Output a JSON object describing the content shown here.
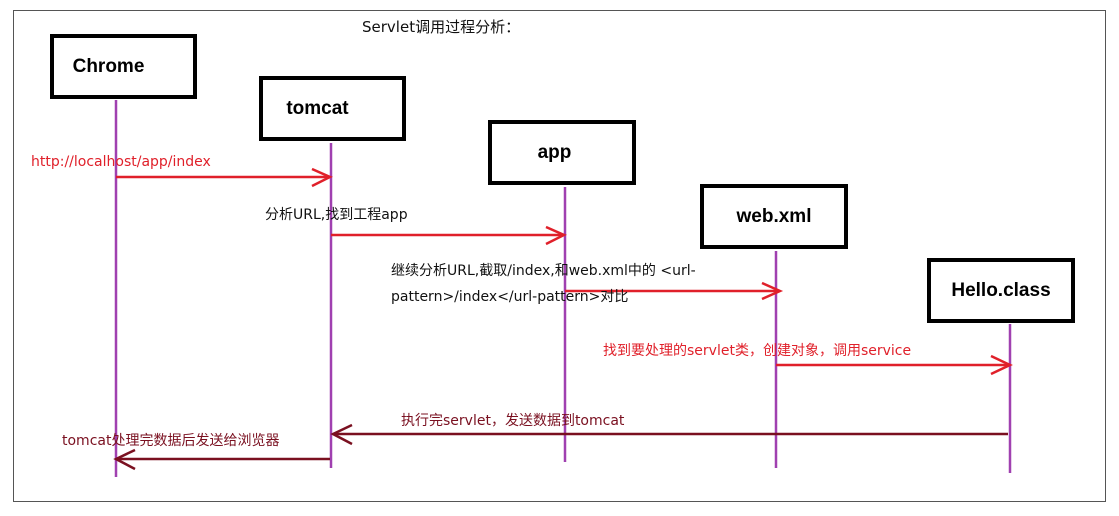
{
  "title": "Servlet调用过程分析：",
  "participants": {
    "chrome": "Chrome",
    "tomcat": "tomcat",
    "app": "app",
    "webxml": "web.xml",
    "hello": "Hello.class"
  },
  "messages": {
    "m1": "http://localhost/app/index",
    "m2": "分析URL,找到工程app",
    "m3_line1": "继续分析URL,截取/index,和web.xml中的 <url-",
    "m3_line2": "pattern>/index</url-pattern>对比",
    "m4": "找到要处理的servlet类，创建对象，调用service",
    "m5": "执行完servlet，发送数据到tomcat",
    "m6": "tomcat处理完数据后发送给浏览器"
  },
  "colors": {
    "lifeline": "#a040b0",
    "request_arrow": "#e0202a",
    "response_arrow": "#7a1020"
  }
}
